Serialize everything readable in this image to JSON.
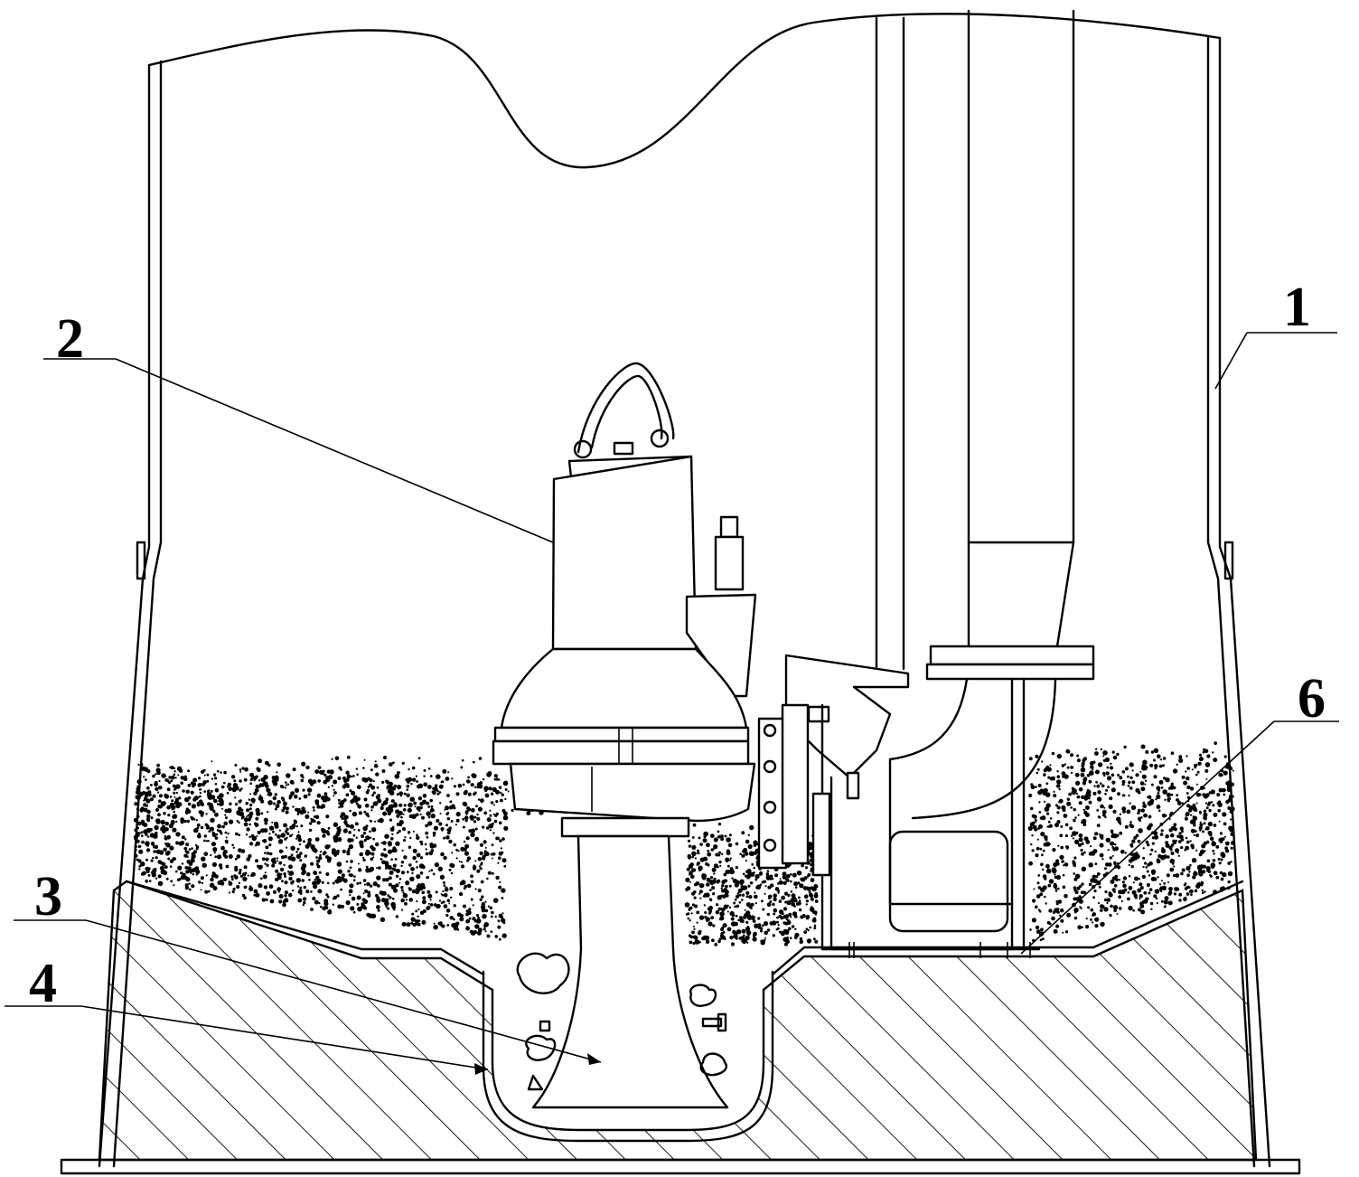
{
  "callouts": [
    {
      "id": "1",
      "label": "1"
    },
    {
      "id": "2",
      "label": "2"
    },
    {
      "id": "3",
      "label": "3"
    },
    {
      "id": "4",
      "label": "4"
    },
    {
      "id": "6",
      "label": "6"
    }
  ],
  "colors": {
    "ink": "#000000",
    "paper": "#ffffff"
  }
}
